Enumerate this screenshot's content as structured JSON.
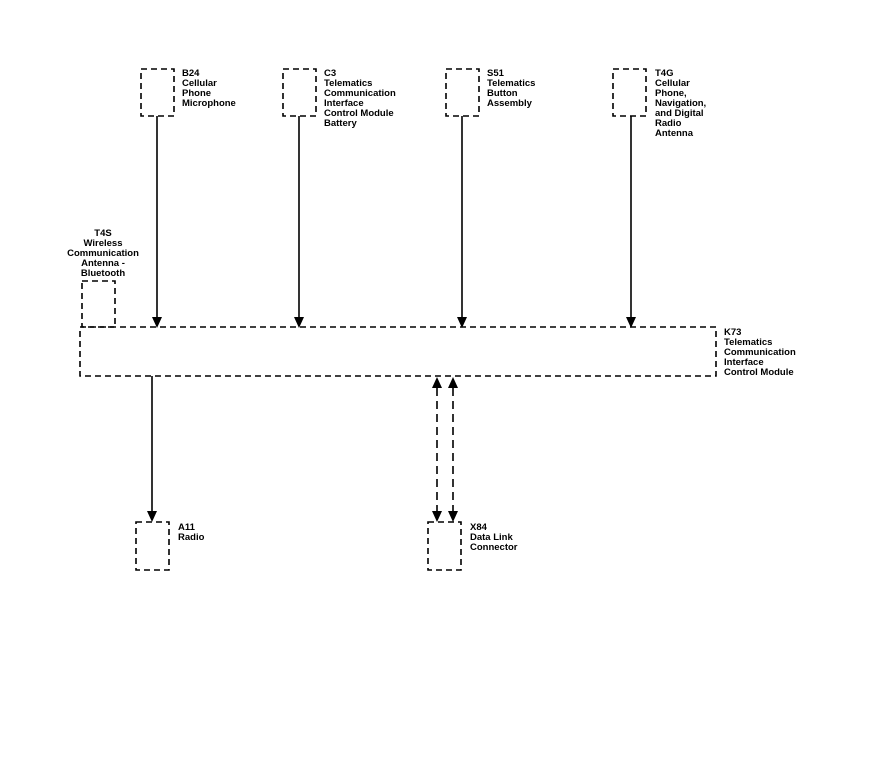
{
  "components": {
    "b24": {
      "lines": [
        "B24",
        "Cellular",
        "Phone",
        "Microphone"
      ]
    },
    "c3": {
      "lines": [
        "C3",
        "Telematics",
        "Communication",
        "Interface",
        "Control Module",
        "Battery"
      ]
    },
    "s51": {
      "lines": [
        "S51",
        "Telematics",
        "Button",
        "Assembly"
      ]
    },
    "t4g": {
      "lines": [
        "T4G",
        "Cellular",
        "Phone,",
        "Navigation,",
        "and Digital",
        "Radio",
        "Antenna"
      ]
    },
    "t4s": {
      "lines": [
        "T4S",
        "Wireless",
        "Communication",
        "Antenna -",
        "Bluetooth"
      ]
    },
    "k73": {
      "lines": [
        "K73",
        "Telematics",
        "Communication",
        "Interface",
        "Control Module"
      ]
    },
    "a11": {
      "lines": [
        "A11",
        "Radio"
      ]
    },
    "x84": {
      "lines": [
        "X84",
        "Data Link",
        "Connector"
      ]
    }
  }
}
